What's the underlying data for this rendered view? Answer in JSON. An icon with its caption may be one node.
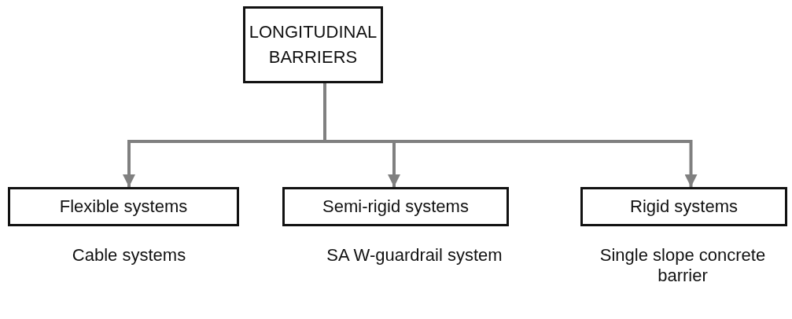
{
  "diagram": {
    "nodes": [
      {
        "text": [
          "LONGITUDINAL BARRIERS"
        ]
      },
      {
        "text": [
          "Flexible systems"
        ],
        "beside": [
          "Cable systems"
        ]
      },
      {
        "text": [
          "Semi-rigid systems"
        ],
        "beside": [
          "SA W-guardrail system"
        ]
      },
      {
        "text": [
          "Rigid systems"
        ],
        "beside": [
          "Single slope concrete barrier"
        ]
      }
    ],
    "edges": [
      {
        "from": 0,
        "to": 1,
        "arrow": "to"
      },
      {
        "from": 0,
        "to": 2,
        "arrow": "to"
      },
      {
        "from": 0,
        "to": 3,
        "arrow": "to"
      }
    ]
  }
}
